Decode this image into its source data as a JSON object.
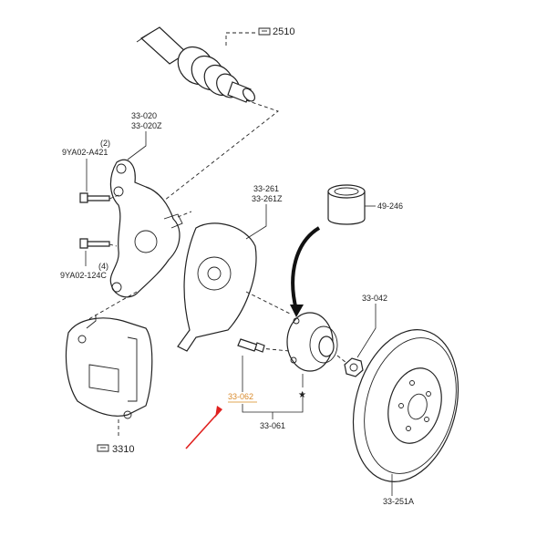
{
  "labels": {
    "ref_2510": "2510",
    "ref_3310": "3310",
    "part_33_020": "33-020",
    "part_33_020z": "33-020Z",
    "qty_upper_bolt": "(2)",
    "part_9ya02_a421": "9YA02-A421",
    "qty_lower_bolt": "(4)",
    "part_9ya02_124c": "9YA02-124C",
    "part_33_261": "33-261",
    "part_33_261z": "33-261Z",
    "part_49_246": "49-246",
    "part_33_042": "33-042",
    "part_33_062": "33-062",
    "part_33_061": "33-061",
    "part_33_251a": "33-251A",
    "star_mark": "★"
  },
  "colors": {
    "line": "#222222",
    "highlight_label": "#d98a2b",
    "highlight_underline": "#e8b978",
    "arrow": "#e0211f"
  },
  "icons": {
    "reference_pointer": "hand-pointer-icon"
  }
}
